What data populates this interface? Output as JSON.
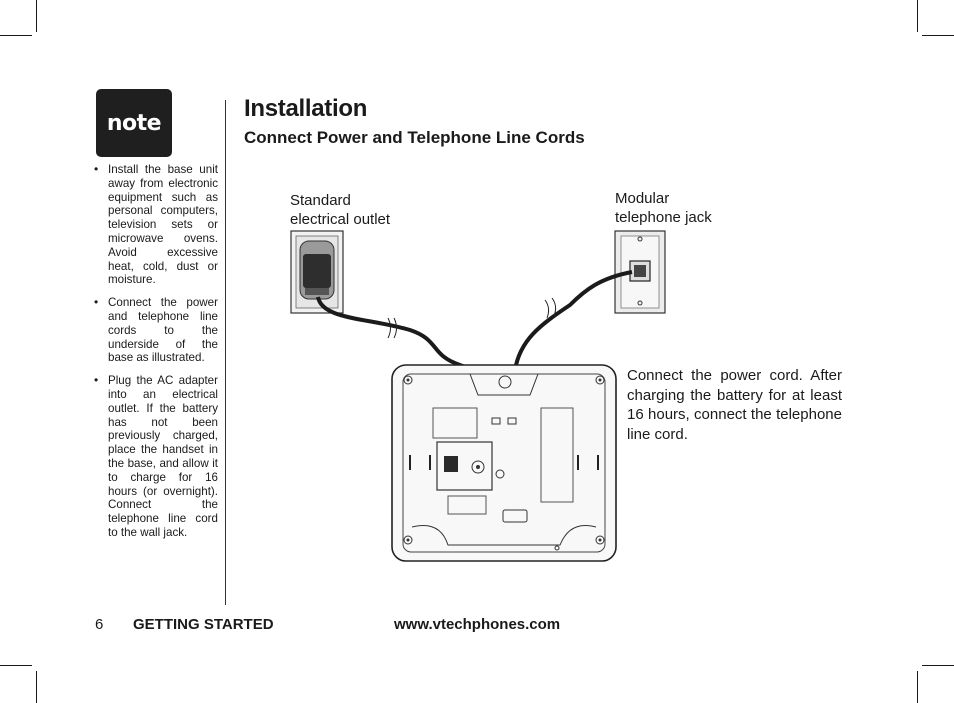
{
  "badge": {
    "label": "note"
  },
  "notes": [
    "Install the base unit away from electronic equipment such as personal computers, television sets or microwave ovens. Avoid excessive heat, cold, dust or moisture.",
    "Connect the power and telephone line cords to the underside of the base as illustrated.",
    "Plug the AC adapter into an electrical outlet. If the battery has not been previously charged, place the handset in the base, and allow it to charge for 16 hours (or overnight). Connect the telephone line cord to the wall jack."
  ],
  "header": {
    "title": "Installation",
    "subtitle": "Connect Power and Telephone Line Cords"
  },
  "diagram": {
    "outlet_label_line1": "Standard",
    "outlet_label_line2": "electrical outlet",
    "jack_label_line1": "Modular",
    "jack_label_line2": "telephone jack",
    "description": "Connect the power cord. After charging the battery for at least 16 hours, connect the telephone line cord."
  },
  "footer": {
    "page_number": "6",
    "section": "GETTING STARTED",
    "website": "www.vtechphones.com"
  }
}
